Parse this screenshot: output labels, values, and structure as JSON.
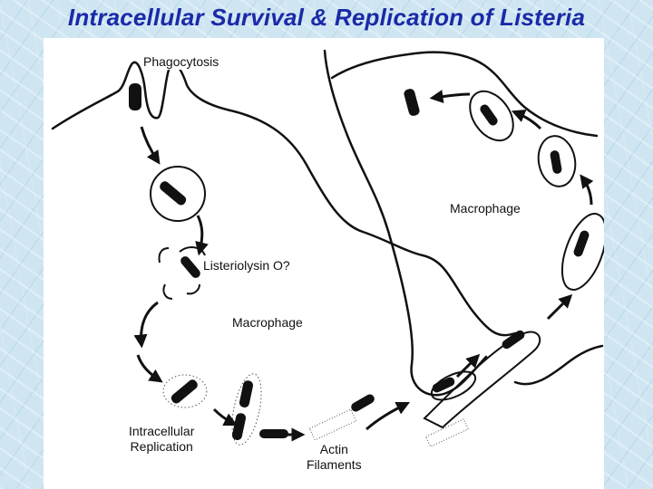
{
  "title": "Intracellular Survival & Replication of Listeria",
  "labels": {
    "phagocytosis": "Phagocytosis",
    "macrophage_right": "Macrophage",
    "listeriolysin": "Listeriolysin O?",
    "macrophage_center": "Macrophage",
    "replication_line1": "Intracellular",
    "replication_line2": "Replication",
    "actin_line1": "Actin",
    "actin_line2": "Filaments"
  },
  "colors": {
    "title": "#1a2aa8",
    "background": "#cfe6f2",
    "panel": "#ffffff",
    "ink": "#111111"
  }
}
